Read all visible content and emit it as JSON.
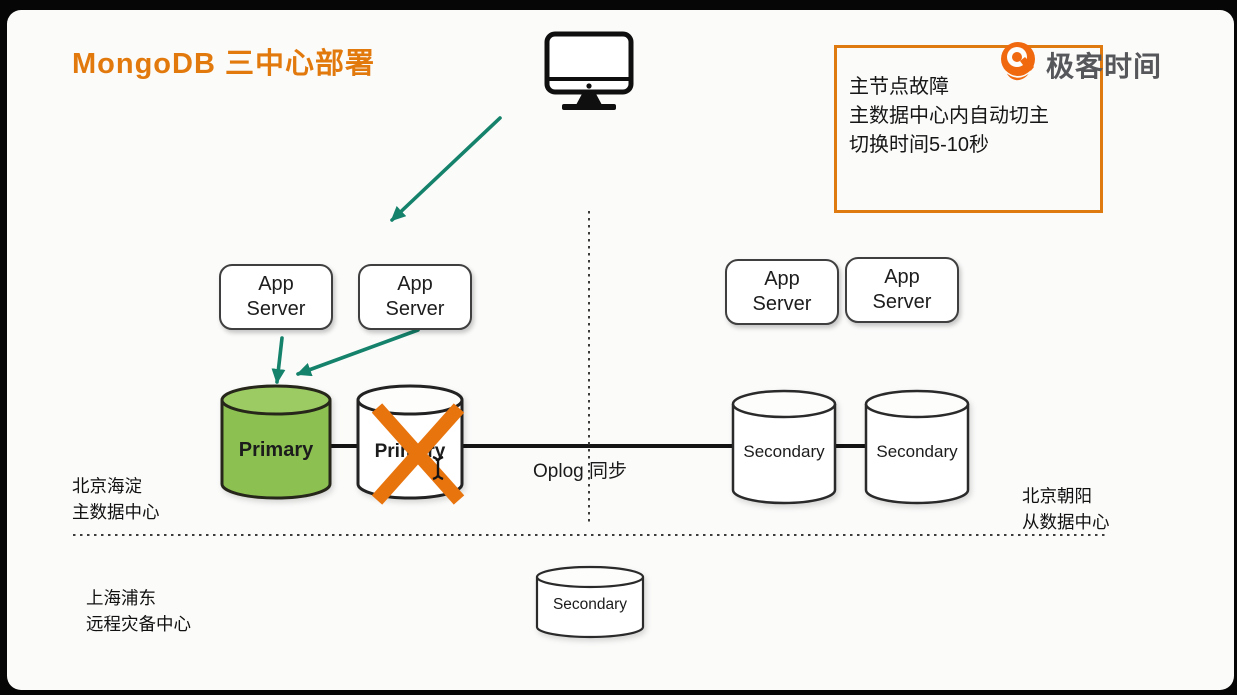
{
  "title": "MongoDB 三中心部署",
  "logo": {
    "name": "极客时间"
  },
  "note": {
    "line1": "主节点故障",
    "line2": "主数据中心内自动切主",
    "line3": "切换时间5-10秒"
  },
  "app_server_label": "App\nServer",
  "nodes": {
    "primary_label": "Primary",
    "failed_primary_label": "Primary",
    "secondary_left_label": "Secondary",
    "secondary_right_label": "Secondary",
    "secondary_dr_label": "Secondary"
  },
  "annotations": {
    "oplog": "Oplog 同步"
  },
  "regions": {
    "primary_dc": "北京海淀\n主数据中心",
    "secondary_dc": "北京朝阳\n从数据中心",
    "dr_dc": "上海浦东\n远程灾备中心"
  },
  "colors": {
    "accent_orange": "#E2790D",
    "box_border_orange": "#DF7A10",
    "x_mark_orange": "#E8740E",
    "arrow_teal": "#15826B",
    "primary_green": "#8CC152",
    "primary_green_top": "#9CCB64",
    "logo_orange": "#F0690F",
    "logo_gray": "#56575B"
  }
}
